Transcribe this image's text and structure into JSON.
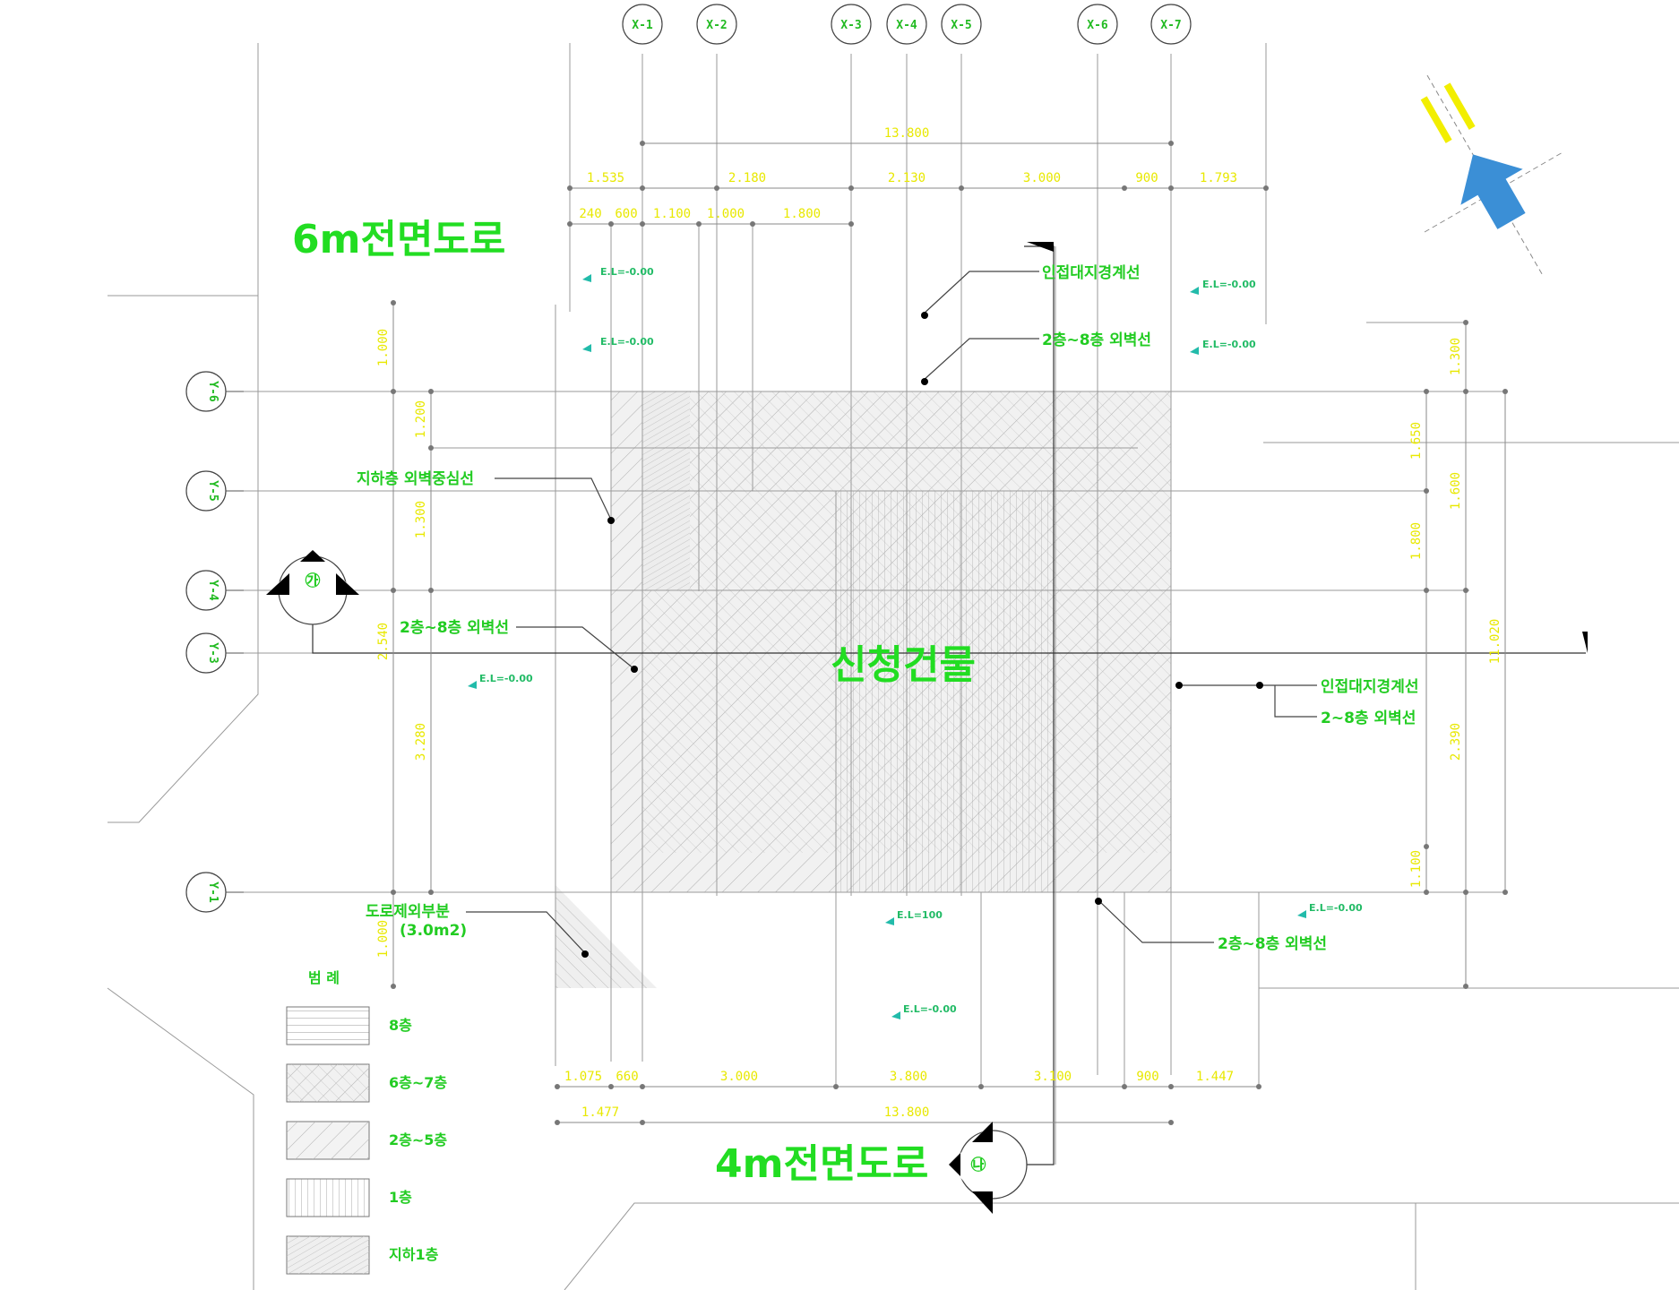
{
  "roads": {
    "north_west": "6m전면도로",
    "south": "4m전면도로"
  },
  "building": {
    "label": "신청건물"
  },
  "annotations": {
    "adjacent_boundary_top": "인접대지경계선",
    "floor_outline_top": "2층~8층 외벽선",
    "basement_wall_center": "지하층 외벽중심선",
    "floor_outline_left": "2층~8층 외벽선",
    "adjacent_boundary_right": "인접대지경계선",
    "floor_outline_right": "2~8층 외벽선",
    "road_excluded_line1": "도로제외부분",
    "road_excluded_line2": "(3.0m2)",
    "floor_outline_bottom": "2층~8층 외벽선"
  },
  "grid_x": [
    "X-1",
    "X-2",
    "X-3",
    "X-4",
    "X-5",
    "X-6",
    "X-7"
  ],
  "grid_y": [
    "Y-6",
    "Y-5",
    "Y-4",
    "Y-3",
    "Y-1"
  ],
  "section_marks": {
    "west": "㉮",
    "south": "㉯"
  },
  "elevations": {
    "e1": "E.L=-0.00",
    "e2": "E.L=-0.00",
    "e3": "E.L=-0.00",
    "e4": "E.L=-0.00",
    "e5": "E.L=-0.00",
    "e6": "E.L=100",
    "e7": "E.L=-0.00",
    "e8": "E.L=-0.00"
  },
  "dimensions": {
    "top_total": "13.800",
    "top_row1": [
      "1.535",
      "2.180",
      "2.130",
      "3.000",
      "900",
      "1.793"
    ],
    "top_row2": [
      "240",
      "600",
      "1.100",
      "1.000",
      "1.800"
    ],
    "bottom_row1": [
      "1.075",
      "660",
      "3.000",
      "3.800",
      "3.100",
      "900",
      "1.447"
    ],
    "bottom_row2": [
      "1.477",
      "13.800"
    ],
    "left": [
      "1.000",
      "1.200",
      "1.300",
      "2.540",
      "3.280",
      "1.000"
    ],
    "right": [
      "1.300",
      "1.650",
      "1.600",
      "1.800",
      "2.390",
      "1.100",
      "11.020"
    ]
  },
  "legend": {
    "title": "범 례",
    "items": [
      {
        "label": "8층",
        "pattern": "horizontal"
      },
      {
        "label": "6층~7층",
        "pattern": "crosshatch"
      },
      {
        "label": "2층~5층",
        "pattern": "diagonal"
      },
      {
        "label": "1층",
        "pattern": "vertical"
      },
      {
        "label": "지하1층",
        "pattern": "fine-diagonal"
      }
    ]
  },
  "colors": {
    "label_green": "#22dd22",
    "dimension_yellow": "#e8e800",
    "north_arrow_blue": "#3b8fd6",
    "north_bar_yellow": "#f2ee00"
  }
}
